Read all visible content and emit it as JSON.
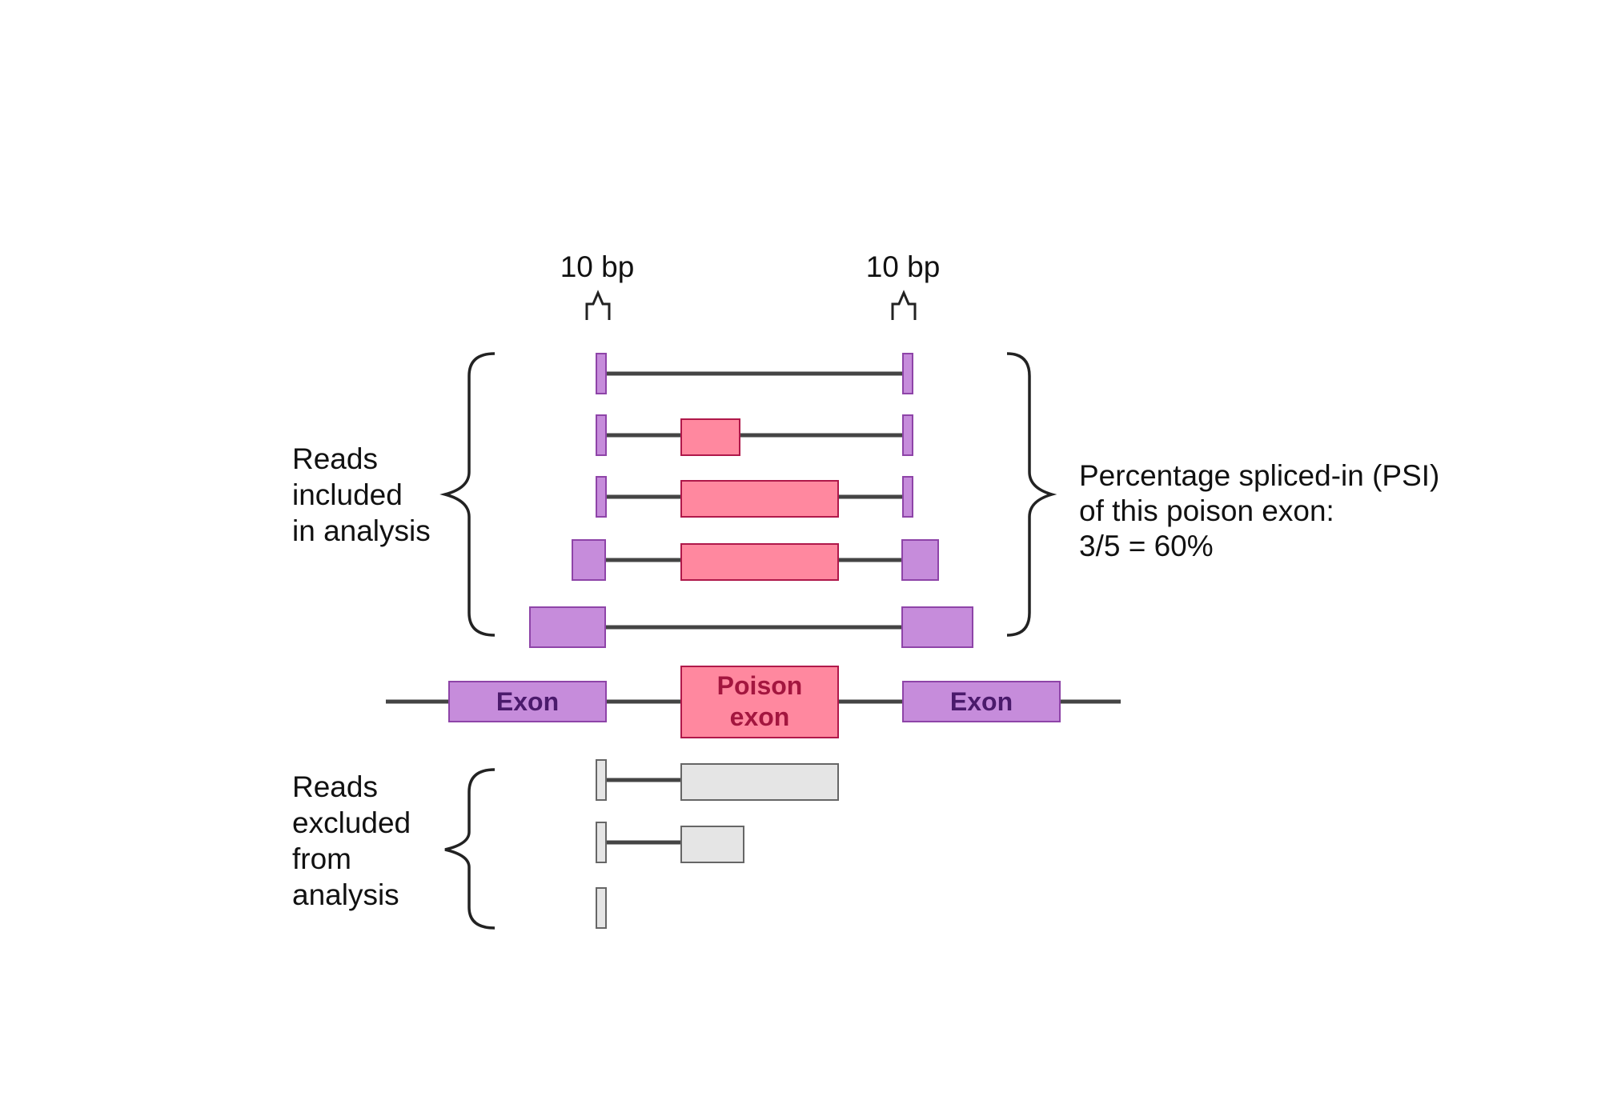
{
  "top_markers": [
    {
      "label": "10 bp"
    },
    {
      "label": "10 bp"
    }
  ],
  "gene": {
    "exon_left_label": "Exon",
    "poison_line1": "Poison",
    "poison_line2": "exon",
    "exon_right_label": "Exon"
  },
  "included_label": [
    "Reads",
    "included",
    "in analysis"
  ],
  "excluded_label": [
    "Reads",
    "excluded",
    "from",
    "analysis"
  ],
  "psi_label": [
    "Percentage spliced-in (PSI)",
    "of this poison exon:",
    "3/5 = 60%"
  ],
  "colors": {
    "exon_fill": "#c68cdb",
    "exon_stroke": "#8e44a8",
    "exon_text": "#4a1a6b",
    "poison_fill": "#ff889f",
    "poison_stroke": "#b0184a",
    "poison_text": "#a3163f",
    "excluded_fill": "#e5e5e5",
    "excluded_stroke": "#666666",
    "line": "#444444",
    "bracket": "#222222"
  }
}
